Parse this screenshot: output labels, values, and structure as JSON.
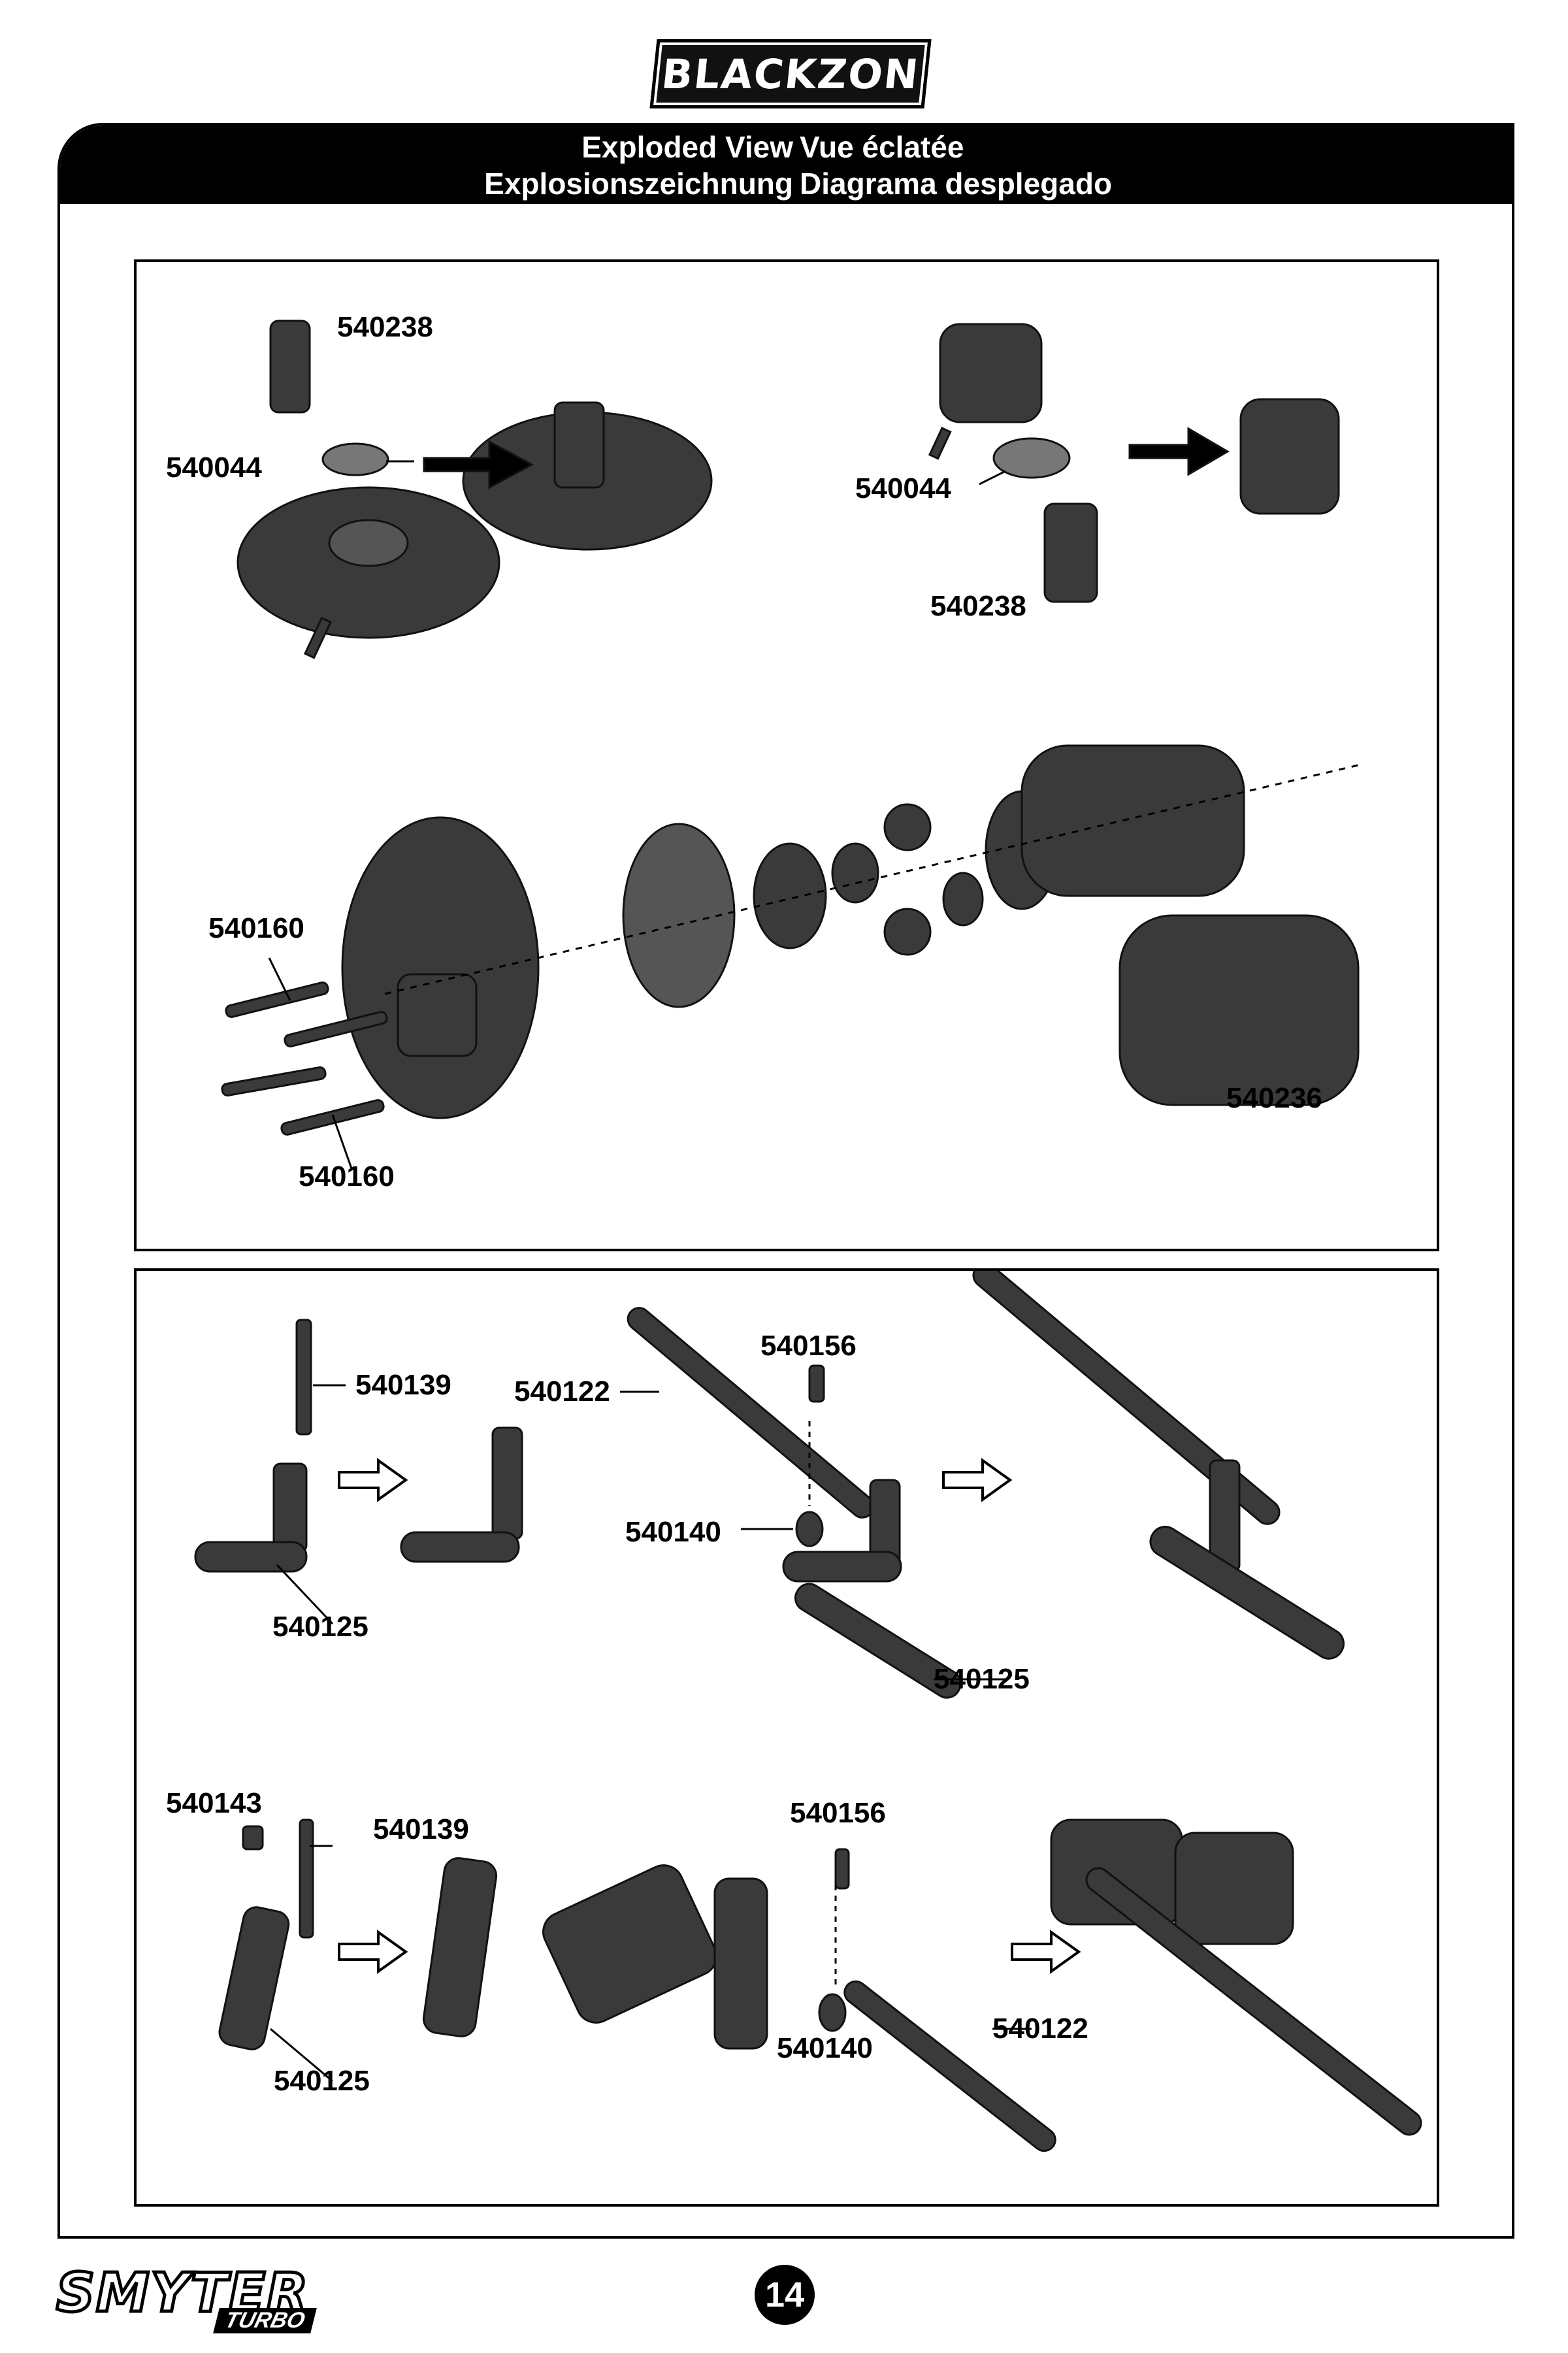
{
  "brand": {
    "top_logo": "BLACKZON",
    "bottom_logo": "SMYTER",
    "bottom_logo_sub": "TURBO"
  },
  "header": {
    "line1_left": "Exploded View",
    "line1_right": "Vue éclatée",
    "line2_left": "Explosionszeichnung",
    "line2_right": "Diagrama desplegado"
  },
  "panel1": {
    "labels": [
      "540238",
      "540044",
      "540044",
      "540238",
      "540160",
      "540160",
      "540236"
    ]
  },
  "panel2": {
    "labels": [
      "540139",
      "540122",
      "540156",
      "540140",
      "540125",
      "540125",
      "540143",
      "540139",
      "540156",
      "540125",
      "540140",
      "540122"
    ]
  },
  "page_number": "14"
}
